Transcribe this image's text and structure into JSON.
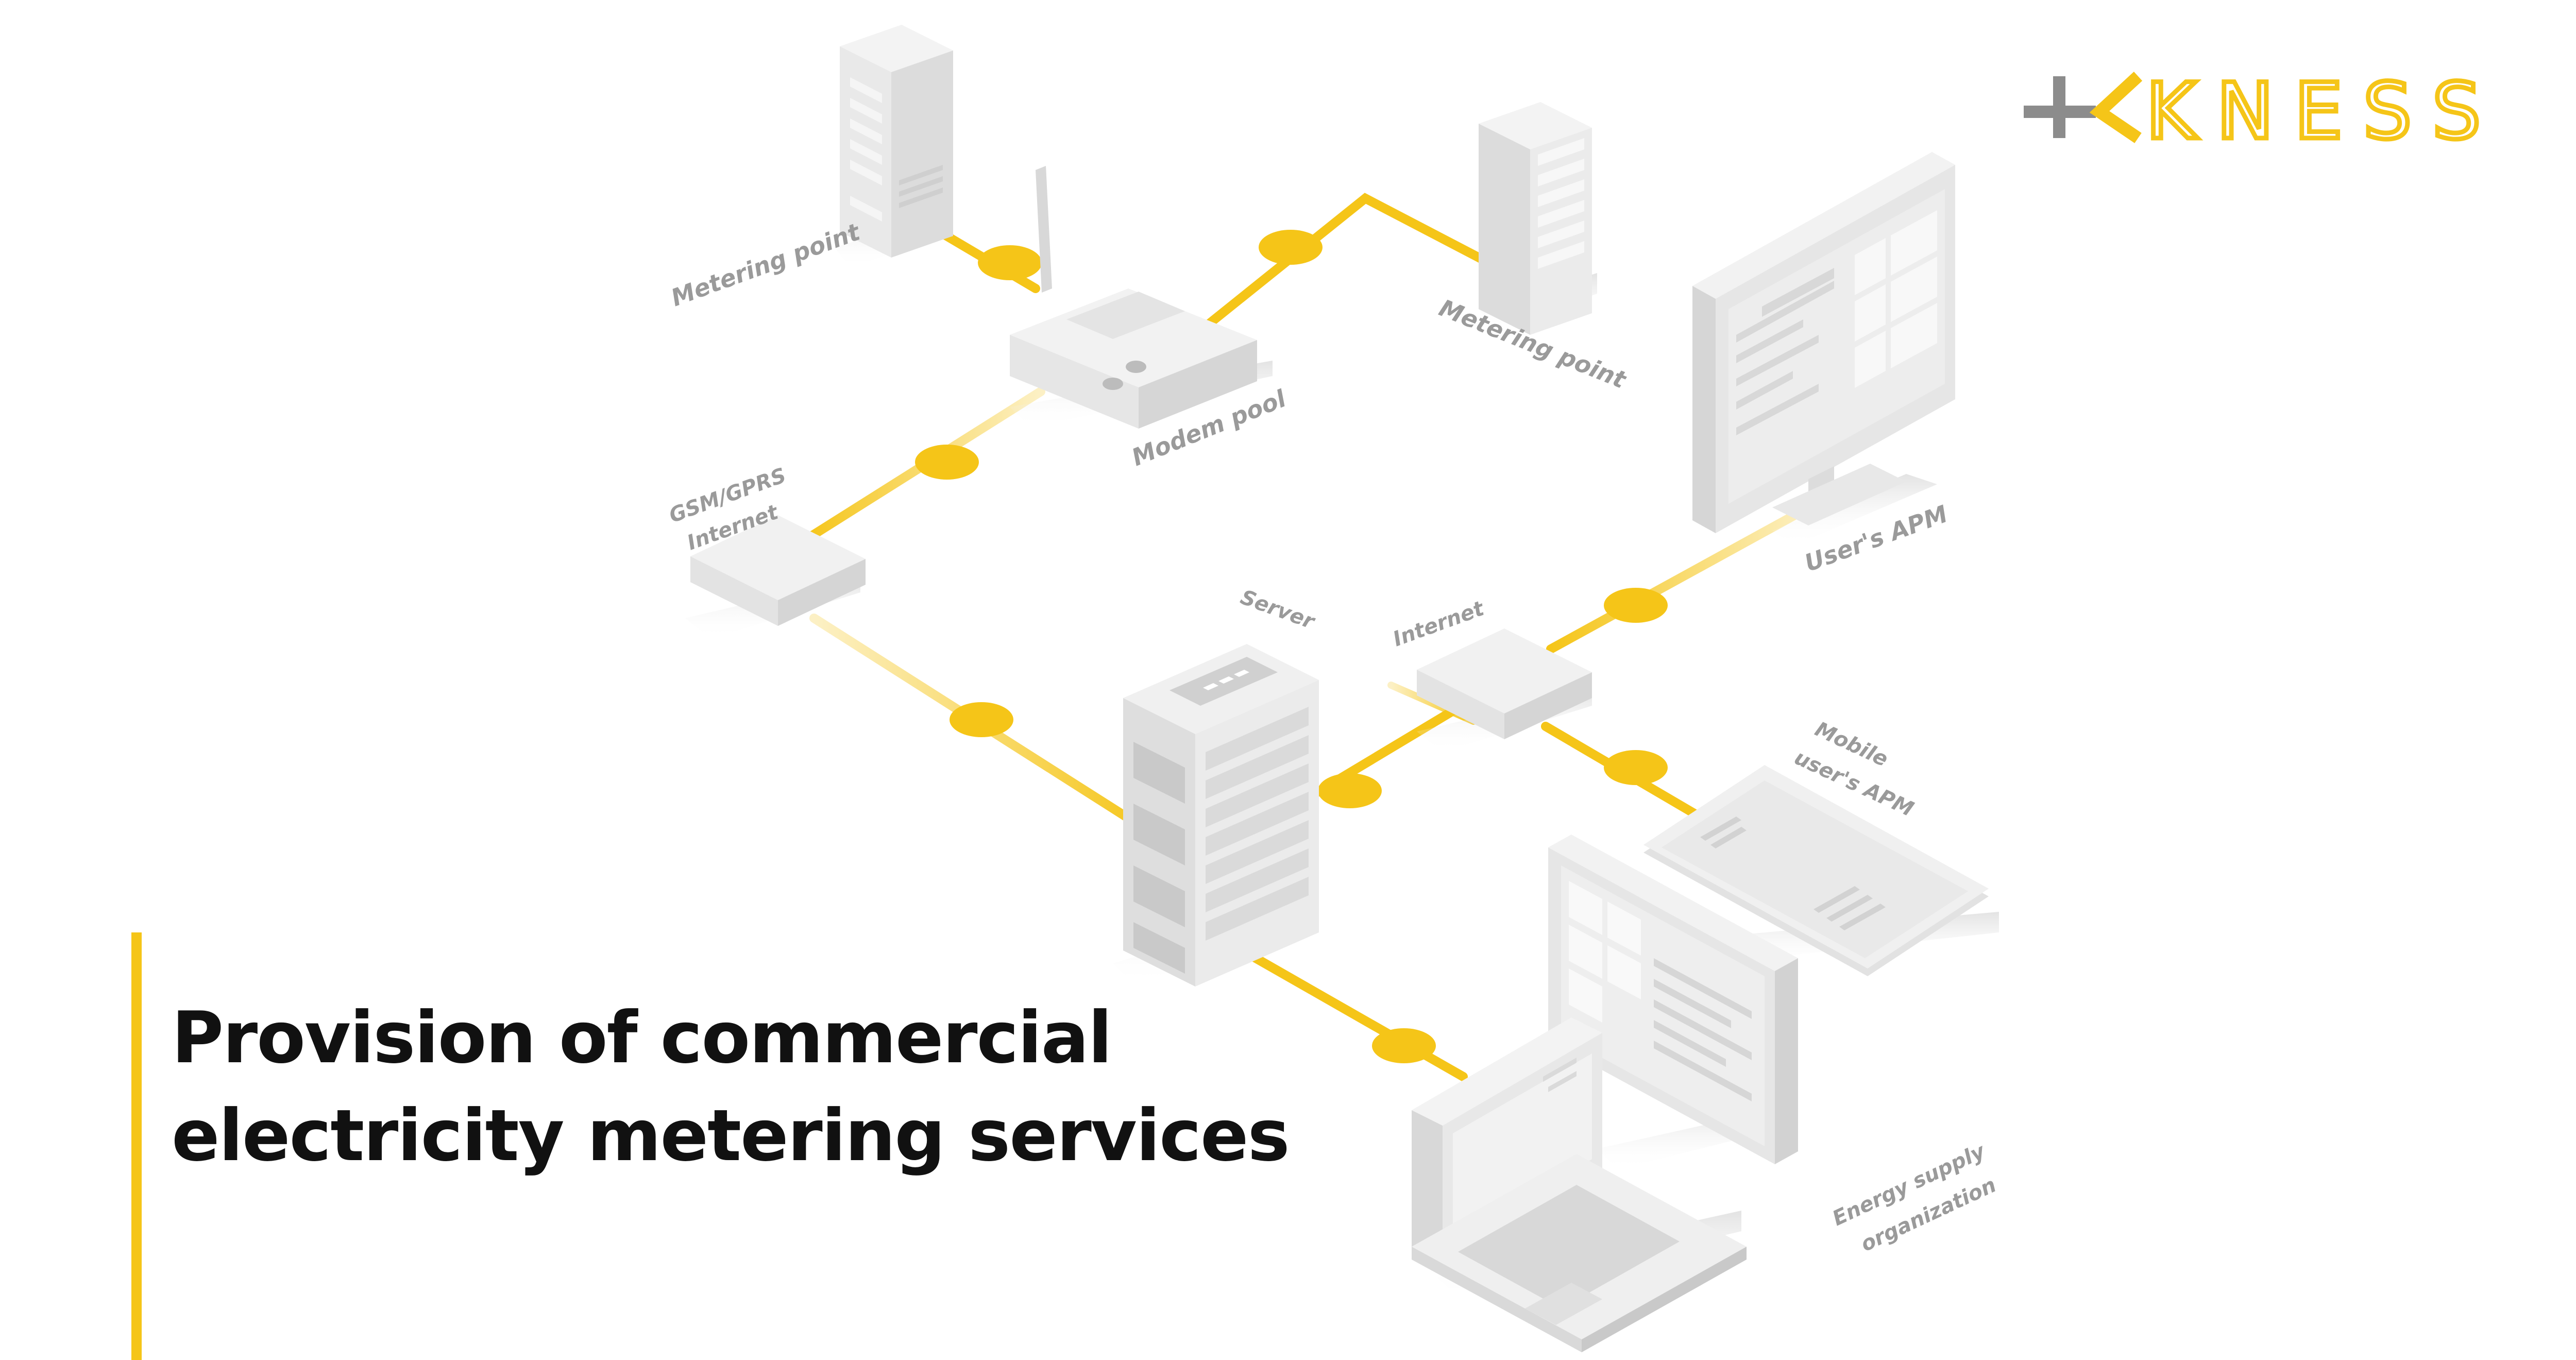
{
  "brand": {
    "logo_text": "KNESS",
    "colors": {
      "accent": "#f5c518",
      "logo_grey": "#8c8c8c",
      "device": "#e6e6e6",
      "label": "#9a9a9a",
      "text": "#111111"
    }
  },
  "title": {
    "line1": "Provision of commercial",
    "line2": "electricity metering services"
  },
  "labels": {
    "metering_point_1": "Metering point",
    "metering_point_2": "Metering point",
    "modem_pool": "Modem pool",
    "gsm_line1": "GSM/GPRS",
    "gsm_line2": "Internet",
    "server": "Server",
    "internet": "Internet",
    "users_apm": "User's APM",
    "mobile_line1": "Mobile",
    "mobile_line2": "user's APM",
    "energy_line1": "Energy supply",
    "energy_line2": "organization"
  },
  "icons": {
    "server_rack": "server-rack-icon",
    "router": "modem-router-icon",
    "switch": "network-switch-icon",
    "monitor": "monitor-icon",
    "tablet": "tablet-icon",
    "laptop": "laptop-icon"
  }
}
